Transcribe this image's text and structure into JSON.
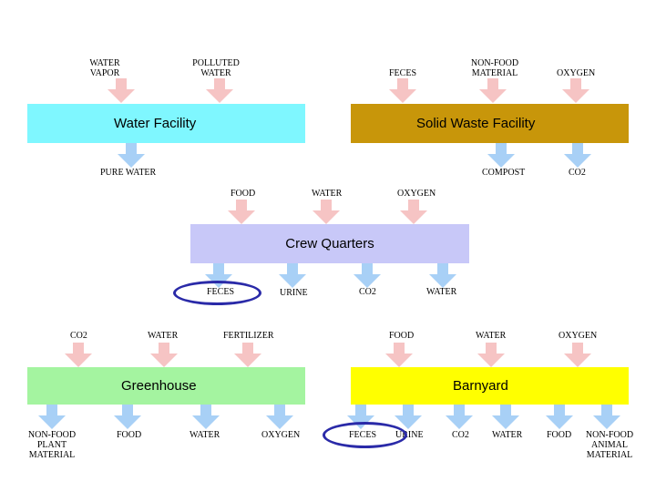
{
  "colors": {
    "input_arrow": "#f6c4c4",
    "output_arrow": "#a8d0f6",
    "water_facility": "#7ff7ff",
    "solid_waste_facility": "#c8960a",
    "crew_quarters": "#c8c8f8",
    "greenhouse": "#a4f4a0",
    "barnyard": "#ffff00",
    "highlight_oval": "#2a2aa8"
  },
  "water_facility": {
    "name": "Water Facility",
    "inputs": [
      "WATER VAPOR",
      "POLLUTED WATER"
    ],
    "outputs": [
      "PURE WATER"
    ]
  },
  "solid_waste_facility": {
    "name": "Solid Waste Facility",
    "inputs": [
      "FECES",
      "NON-FOOD MATERIAL",
      "OXYGEN"
    ],
    "outputs": [
      "COMPOST",
      "CO2"
    ]
  },
  "crew_quarters": {
    "name": "Crew Quarters",
    "inputs": [
      "FOOD",
      "WATER",
      "OXYGEN"
    ],
    "outputs": [
      "FECES",
      "URINE",
      "CO2",
      "WATER"
    ]
  },
  "greenhouse": {
    "name": "Greenhouse",
    "inputs": [
      "CO2",
      "WATER",
      "FERTILIZER"
    ],
    "outputs": [
      "NON-FOOD PLANT MATERIAL",
      "FOOD",
      "WATER",
      "OXYGEN"
    ]
  },
  "barnyard": {
    "name": "Barnyard",
    "inputs": [
      "FOOD",
      "WATER",
      "OXYGEN"
    ],
    "outputs": [
      "FECES",
      "URINE",
      "CO2",
      "WATER",
      "FOOD",
      "NON-FOOD ANIMAL MATERIAL"
    ]
  }
}
